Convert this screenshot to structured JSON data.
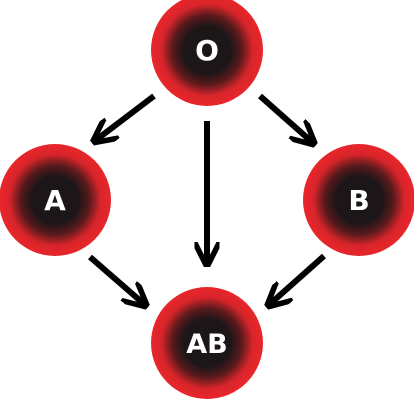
{
  "diagram": {
    "nodes": [
      {
        "id": "o",
        "label": "O"
      },
      {
        "id": "a",
        "label": "A"
      },
      {
        "id": "b",
        "label": "B"
      },
      {
        "id": "ab",
        "label": "AB"
      }
    ],
    "edges": [
      {
        "from": "o",
        "to": "a"
      },
      {
        "from": "o",
        "to": "ab"
      },
      {
        "from": "o",
        "to": "b"
      },
      {
        "from": "a",
        "to": "ab"
      },
      {
        "from": "b",
        "to": "ab"
      }
    ],
    "colors": {
      "outer": "#e8262b",
      "inner": "#1c1618",
      "arrow": "#000000",
      "text": "#ffffff"
    }
  }
}
